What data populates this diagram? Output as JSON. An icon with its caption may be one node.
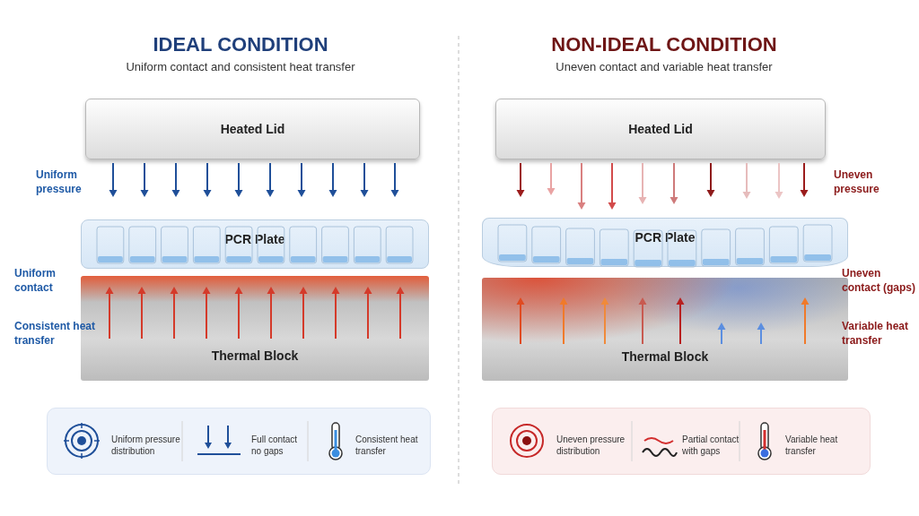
{
  "diagram": {
    "nodes": [
      {
        "text": [
          "Heated Lid"
        ]
      },
      {
        "text": [
          "PCR Plate"
        ]
      },
      {
        "text": [
          "Thermal Block"
        ]
      },
      {
        "text": [
          "Heated Lid"
        ]
      },
      {
        "text": [
          "PCR Plate"
        ]
      },
      {
        "text": [
          "Thermal Block"
        ]
      }
    ],
    "labels": [
      "IDEAL CONDITION",
      "Uniform contact and consistent heat transfer",
      "NON-IDEAL CONDITION",
      "Uneven contact and variable heat transfer",
      "Uniform pressure",
      "Uniform contact",
      "Consistent heat transfer",
      "Uneven pressure",
      "Uneven contact (gaps)",
      "Variable heat transfer",
      "Uniform pressure distribution",
      "Full contact no gaps",
      "Consistent heat transfer",
      "Uneven pressure distribution",
      "Partial contact with gaps",
      "Variable heat transfer"
    ]
  }
}
